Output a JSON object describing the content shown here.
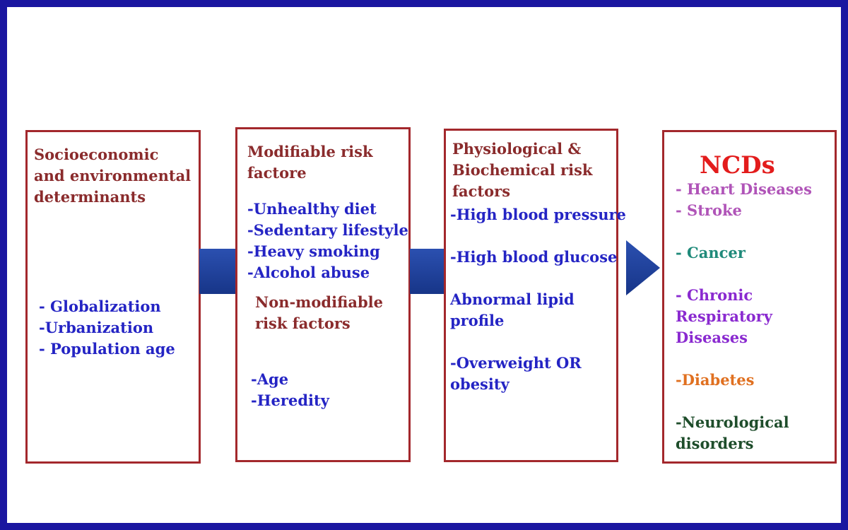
{
  "boxes": [
    {
      "title": [
        "Socioeconomic",
        "and environmental",
        "determinants"
      ],
      "items": [
        "- Globalization",
        "-Urbanization",
        "- Population age"
      ]
    },
    {
      "title": [
        "Modifiable risk",
        "factore"
      ],
      "items": [
        "-Unhealthy diet",
        "-Sedentary lifestyle",
        "-Heavy smoking",
        "-Alcohol abuse"
      ],
      "title2": [
        "Non-modifiable",
        "risk factors"
      ],
      "items2": [
        "-Age",
        "-Heredity"
      ]
    },
    {
      "title": [
        "Physiological &",
        "Biochemical risk",
        "factors"
      ],
      "items": [
        "-High blood pressure",
        "",
        "-High blood glucose",
        "",
        "Abnormal lipid",
        "profile",
        "",
        "-Overweight OR",
        "obesity"
      ]
    },
    {
      "title": "NCDs",
      "items": [
        {
          "text": "- Heart Diseases",
          "color": "#b054b8"
        },
        {
          "text": "- Stroke",
          "color": "#b054b8"
        },
        {
          "text": "",
          "color": ""
        },
        {
          "text": "- Cancer",
          "color": "#1f8a7a"
        },
        {
          "text": "",
          "color": ""
        },
        {
          "text": "- Chronic",
          "color": "#8a2ad0"
        },
        {
          "text": "Respiratory",
          "color": "#8a2ad0"
        },
        {
          "text": "Diseases",
          "color": "#8a2ad0"
        },
        {
          "text": "",
          "color": ""
        },
        {
          "text": "-Diabetes",
          "color": "#e07020"
        },
        {
          "text": "",
          "color": ""
        },
        {
          "text": "-Neurological",
          "color": "#1e4d2b"
        },
        {
          "text": "disorders",
          "color": "#1e4d2b"
        }
      ]
    }
  ],
  "colors": {
    "frame": "#1a16a0",
    "box_border": "#a3282c",
    "heading": "#8a2b2c",
    "item": "#2424c4",
    "ncd_title": "#e31c1c",
    "connector": "#1b3e9c"
  }
}
